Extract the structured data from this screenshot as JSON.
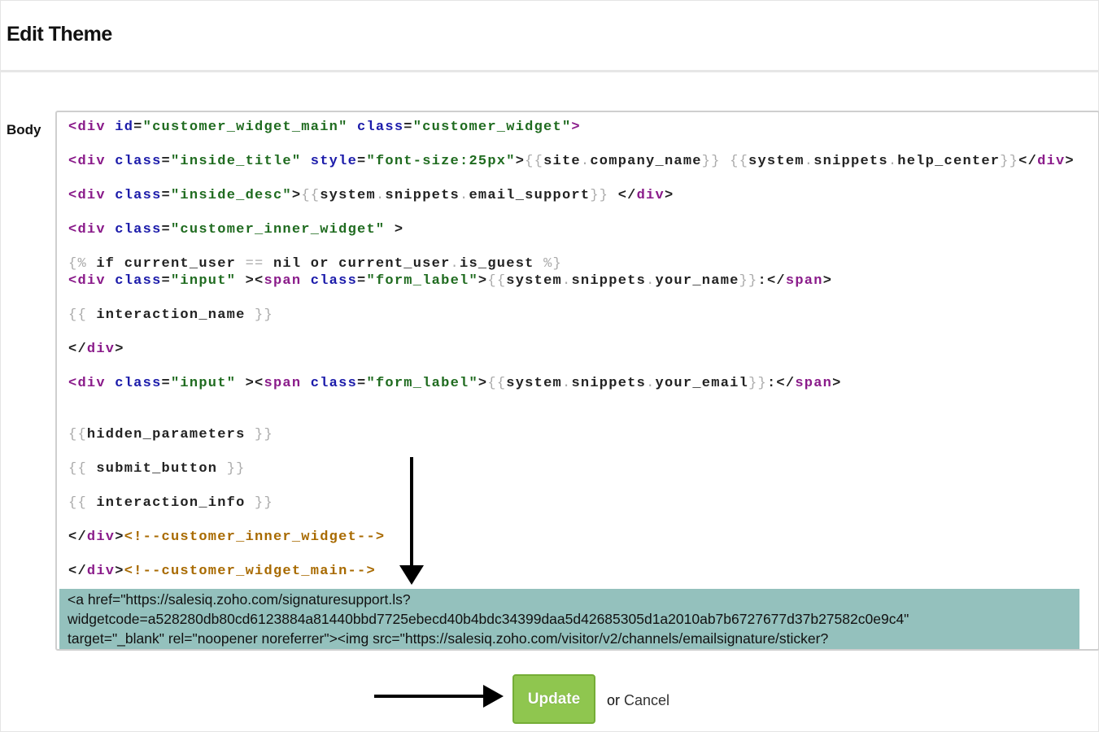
{
  "header": {
    "title": "Edit Theme"
  },
  "form": {
    "body_label": "Body",
    "code_lines": [
      [
        [
          "tag",
          "<div "
        ],
        [
          "attr",
          "id"
        ],
        [
          "txt",
          "="
        ],
        [
          "str",
          "\"customer_widget_main\""
        ],
        [
          "txt",
          " "
        ],
        [
          "attr",
          "class"
        ],
        [
          "txt",
          "="
        ],
        [
          "str",
          "\"customer_widget\""
        ],
        [
          "tag",
          ">"
        ]
      ],
      [],
      [
        [
          "tag",
          "<div "
        ],
        [
          "attr",
          "class"
        ],
        [
          "txt",
          "="
        ],
        [
          "str",
          "\"inside_title\""
        ],
        [
          "txt",
          " "
        ],
        [
          "attr",
          "style"
        ],
        [
          "txt",
          "="
        ],
        [
          "str",
          "\"font-size:25px\""
        ],
        [
          "txt",
          ">"
        ],
        [
          "brace",
          "{{"
        ],
        [
          "txt",
          "site"
        ],
        [
          "brace",
          "."
        ],
        [
          "txt",
          "company_name"
        ],
        [
          "brace",
          "}}"
        ],
        [
          "txt",
          " "
        ],
        [
          "brace",
          "{{"
        ],
        [
          "txt",
          "system"
        ],
        [
          "brace",
          "."
        ],
        [
          "txt",
          "snippets"
        ],
        [
          "brace",
          "."
        ],
        [
          "txt",
          "help_center"
        ],
        [
          "brace",
          "}}"
        ],
        [
          "txt",
          "</"
        ],
        [
          "tag",
          "div"
        ],
        [
          "txt",
          ">"
        ]
      ],
      [],
      [
        [
          "tag",
          "<div "
        ],
        [
          "attr",
          "class"
        ],
        [
          "txt",
          "="
        ],
        [
          "str",
          "\"inside_desc\""
        ],
        [
          "txt",
          ">"
        ],
        [
          "brace",
          "{{"
        ],
        [
          "txt",
          "system"
        ],
        [
          "brace",
          "."
        ],
        [
          "txt",
          "snippets"
        ],
        [
          "brace",
          "."
        ],
        [
          "txt",
          "email_support"
        ],
        [
          "brace",
          "}}"
        ],
        [
          "txt",
          " </"
        ],
        [
          "tag",
          "div"
        ],
        [
          "txt",
          ">"
        ]
      ],
      [],
      [
        [
          "tag",
          "<div "
        ],
        [
          "attr",
          "class"
        ],
        [
          "txt",
          "="
        ],
        [
          "str",
          "\"customer_inner_widget\""
        ],
        [
          "txt",
          " >"
        ]
      ],
      [],
      [
        [
          "brace",
          "{%"
        ],
        [
          "txt",
          " if current_user "
        ],
        [
          "brace",
          "=="
        ],
        [
          "txt",
          " nil or current_user"
        ],
        [
          "brace",
          "."
        ],
        [
          "txt",
          "is_guest "
        ],
        [
          "brace",
          "%}"
        ]
      ],
      [
        [
          "tag",
          "<div "
        ],
        [
          "attr",
          "class"
        ],
        [
          "txt",
          "="
        ],
        [
          "str",
          "\"input\""
        ],
        [
          "txt",
          " ><"
        ],
        [
          "tag",
          "span "
        ],
        [
          "attr",
          "class"
        ],
        [
          "txt",
          "="
        ],
        [
          "str",
          "\"form_label\""
        ],
        [
          "txt",
          ">"
        ],
        [
          "brace",
          "{{"
        ],
        [
          "txt",
          "system"
        ],
        [
          "brace",
          "."
        ],
        [
          "txt",
          "snippets"
        ],
        [
          "brace",
          "."
        ],
        [
          "txt",
          "your_name"
        ],
        [
          "brace",
          "}}"
        ],
        [
          "txt",
          ":</"
        ],
        [
          "tag",
          "span"
        ],
        [
          "txt",
          ">"
        ]
      ],
      [],
      [
        [
          "brace",
          "{{"
        ],
        [
          "txt",
          " interaction_name "
        ],
        [
          "brace",
          "}}"
        ]
      ],
      [],
      [
        [
          "txt",
          "</"
        ],
        [
          "tag",
          "div"
        ],
        [
          "txt",
          ">"
        ]
      ],
      [],
      [
        [
          "tag",
          "<div "
        ],
        [
          "attr",
          "class"
        ],
        [
          "txt",
          "="
        ],
        [
          "str",
          "\"input\""
        ],
        [
          "txt",
          " ><"
        ],
        [
          "tag",
          "span "
        ],
        [
          "attr",
          "class"
        ],
        [
          "txt",
          "="
        ],
        [
          "str",
          "\"form_label\""
        ],
        [
          "txt",
          ">"
        ],
        [
          "brace",
          "{{"
        ],
        [
          "txt",
          "system"
        ],
        [
          "brace",
          "."
        ],
        [
          "txt",
          "snippets"
        ],
        [
          "brace",
          "."
        ],
        [
          "txt",
          "your_email"
        ],
        [
          "brace",
          "}}"
        ],
        [
          "txt",
          ":</"
        ],
        [
          "tag",
          "span"
        ],
        [
          "txt",
          ">"
        ]
      ],
      [],
      [],
      [
        [
          "brace",
          "{{"
        ],
        [
          "txt",
          "hidden_parameters "
        ],
        [
          "brace",
          "}}"
        ]
      ],
      [],
      [
        [
          "brace",
          "{{"
        ],
        [
          "txt",
          " submit_button "
        ],
        [
          "brace",
          "}}"
        ]
      ],
      [],
      [
        [
          "brace",
          "{{"
        ],
        [
          "txt",
          " interaction_info "
        ],
        [
          "brace",
          "}}"
        ]
      ],
      [],
      [
        [
          "txt",
          "</"
        ],
        [
          "tag",
          "div"
        ],
        [
          "txt",
          ">"
        ],
        [
          "cmt",
          "<!--customer_inner_widget-->"
        ]
      ],
      [],
      [
        [
          "txt",
          "</"
        ],
        [
          "tag",
          "div"
        ],
        [
          "txt",
          ">"
        ],
        [
          "cmt",
          "<!--customer_widget_main-->"
        ]
      ]
    ],
    "highlight_lines": [
      "<a href=\"https://salesiq.zoho.com/signaturesupport.ls?",
      "widgetcode=a528280db80cd6123884a81440bbd7725ebecd40b4bdc34399daa5d42685305d1a2010ab7b6727677d37b27582c0e9c4\"",
      "target=\"_blank\" rel=\"noopener noreferrer\"><img src=\"https://salesiq.zoho.com/visitor/v2/channels/emailsignature/sticker?"
    ],
    "highlight_color": "#94c1bd"
  },
  "actions": {
    "update_label": "Update",
    "or_text": "or ",
    "cancel_label": "Cancel",
    "update_color": "#8fc64f"
  }
}
